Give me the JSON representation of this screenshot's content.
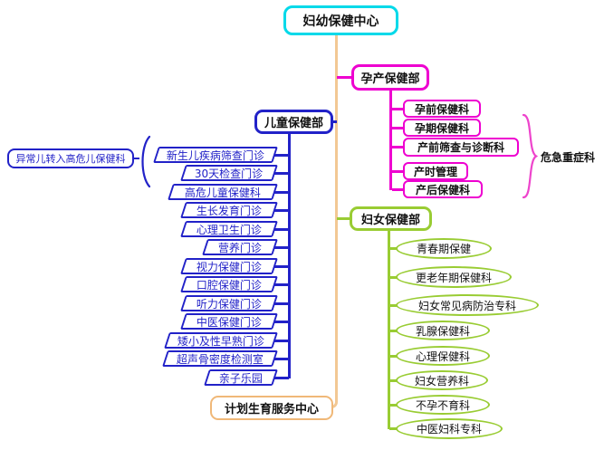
{
  "title": {
    "label": "妇幼保健中心"
  },
  "branches": {
    "pregnancy": {
      "label": "孕产保健部",
      "items": [
        "孕前保健科",
        "孕期保健科",
        "产前筛查与诊断科",
        "产时管理",
        "产后保健科"
      ],
      "brace_label": "危急重症科"
    },
    "children_dept": {
      "label": "儿童保健部",
      "side_note": "异常儿转入高危儿保健科",
      "items": [
        "新生儿疾病筛查门诊",
        "30天检查门诊",
        "高危儿童保健科",
        "生长发育门诊",
        "心理卫生门诊",
        "营养门诊",
        "视力保健门诊",
        "口腔保健门诊",
        "听力保健门诊",
        "中医保健门诊",
        "矮小及性早熟门诊",
        "超声骨密度检测室",
        "亲子乐园"
      ]
    },
    "women": {
      "label": "妇女保健部",
      "items": [
        "青春期保健",
        "更老年期保健科",
        "妇女常见病防治专科",
        "乳腺保健科",
        "心理保健科",
        "妇女营养科",
        "不孕不育科",
        "中医妇科专科"
      ]
    },
    "family_planning": {
      "label": "计划生育服务中心"
    }
  },
  "colors": {
    "root_border": "#00d9e9",
    "pregnancy_border": "#ee00d0",
    "children_border": "#2222c8",
    "women_border": "#99cc33",
    "trunk": "#f2c894",
    "text": "#111111"
  }
}
